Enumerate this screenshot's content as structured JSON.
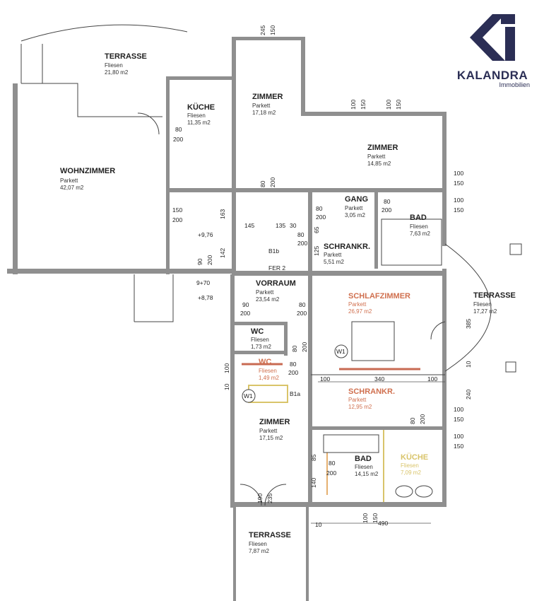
{
  "logo": {
    "name": "KALANDRA",
    "subtitle": "Immobilien",
    "color": "#2b2e55"
  },
  "rooms": [
    {
      "name": "TERRASSE",
      "surface": "Fliesen",
      "area": "21,80 m2"
    },
    {
      "name": "KÜCHE",
      "surface": "Fliesen",
      "area": "11,35 m2"
    },
    {
      "name": "ZIMMER",
      "surface": "Parkett",
      "area": "17,18 m2"
    },
    {
      "name": "ZIMMER",
      "surface": "Parkett",
      "area": "14,85 m2"
    },
    {
      "name": "WOHNZIMMER",
      "surface": "Parkett",
      "area": "42,07 m2"
    },
    {
      "name": "GANG",
      "surface": "Parkett",
      "area": "3,05 m2"
    },
    {
      "name": "BAD",
      "surface": "Fliesen",
      "area": "7,63 m2"
    },
    {
      "name": "SCHRANKR.",
      "surface": "Parkett",
      "area": "5,51 m2"
    },
    {
      "name": "VORRAUM",
      "surface": "Parkett",
      "area": "23,54 m2"
    },
    {
      "name": "SCHLAFZIMMER",
      "surface": "Parkett",
      "area": "26,97 m2"
    },
    {
      "name": "TERRASSE",
      "surface": "Fliesen",
      "area": "17,27 m2"
    },
    {
      "name": "WC",
      "surface": "Fliesen",
      "area": "1,73 m2"
    },
    {
      "name": "WC",
      "surface": "Fliesen",
      "area": "1,49 m2"
    },
    {
      "name": "SCHRANKR.",
      "surface": "Parkett",
      "area": "12,95 m2"
    },
    {
      "name": "ZIMMER",
      "surface": "Parkett",
      "area": "17,15 m2"
    },
    {
      "name": "BAD",
      "surface": "Fliesen",
      "area": "14,15 m2"
    },
    {
      "name": "KÜCHE",
      "surface": "Fliesen",
      "area": "7,09 m2"
    },
    {
      "name": "TERRASSE",
      "surface": "Fliesen",
      "area": "7,87 m2"
    }
  ],
  "dimensions": [
    "245",
    "150",
    "100",
    "150",
    "100",
    "150",
    "80",
    "200",
    "80",
    "200",
    "100",
    "150",
    "100",
    "150",
    "150",
    "200",
    "163",
    "+9,76",
    "145",
    "135",
    "30",
    "80",
    "200",
    "65",
    "125",
    "142",
    "90",
    "200",
    "80",
    "200",
    "80",
    "200",
    "+8,78",
    "90",
    "200",
    "80",
    "200",
    "385",
    "10",
    "100",
    "340",
    "100",
    "240",
    "100",
    "150",
    "100",
    "150",
    "80",
    "200",
    "85",
    "140",
    "190",
    "235",
    "100",
    "150",
    "10",
    "490",
    "80",
    "200",
    "80",
    "200",
    "80",
    "200",
    "100",
    "10"
  ],
  "labels": {
    "w1a": "W1",
    "w1b": "W1",
    "b1a": "B1a",
    "b1b": "B1b",
    "fer": "FER 2",
    "level": "9+70"
  },
  "colors": {
    "wall": "#8f8f8f",
    "highlight_orange": "#d0704f",
    "highlight_yellow": "#d9c46a"
  }
}
